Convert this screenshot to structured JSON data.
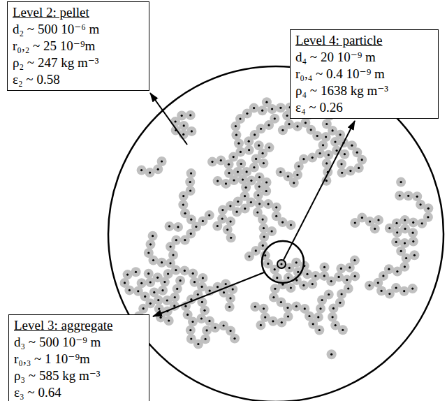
{
  "diagram": {
    "nodes": [
      {
        "text": [
          "Level 2: pellet",
          "d₂ ~ 500 10⁻⁶ m",
          "r₀,₂ ~ 25 10⁻⁹m",
          "ρ₂ ~ 247 kg m⁻³",
          "ε₂ ~ 0.58"
        ]
      },
      {
        "text": [
          "Level 4: particle",
          "d₄ ~ 20 10⁻⁹ m",
          "r₀,₄ ~ 0.4 10⁻⁹ m",
          "ρ₄ ~ 1638 kg m⁻³",
          "ε₄ ~ 0.26"
        ]
      },
      {
        "text": [
          "Level 3: aggregate",
          "d₃ ~ 500 10⁻⁹ m",
          "r₀,₃ ~ 1 10⁻⁹m",
          "ρ₃ ~ 585 kg m⁻³",
          "ε₃ ~ 0.64"
        ]
      }
    ]
  }
}
